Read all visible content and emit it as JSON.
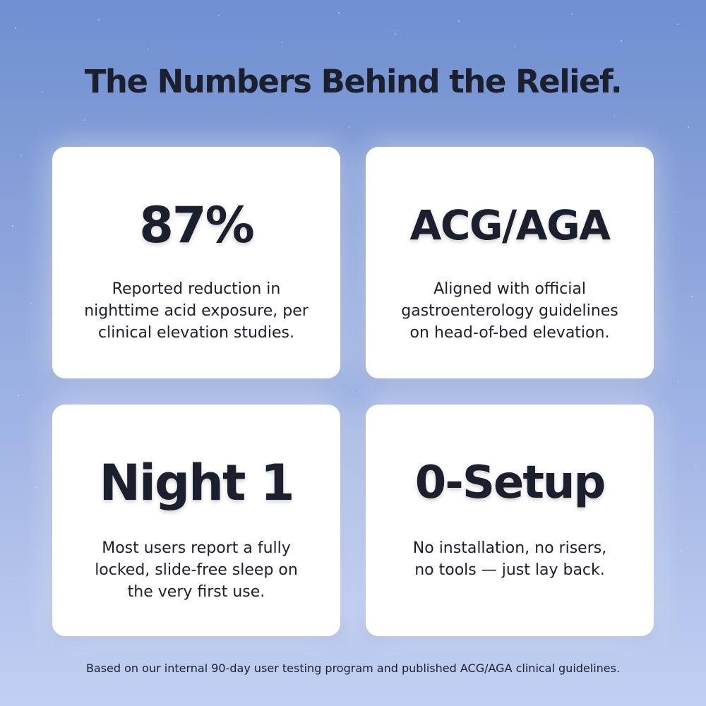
{
  "headline": "The Numbers Behind the Relief.",
  "cards": [
    {
      "stat": "87%",
      "description": "Reported reduction in\nnighttime acid exposure, per\nclinical elevation studies."
    },
    {
      "stat": "ACG/AGA",
      "description": "Aligned with official\ngastroenterology guidelines\non head-of-bed elevation."
    },
    {
      "stat": "Night 1",
      "description": "Most users report a fully\nlocked, slide-free sleep on\nthe very first use."
    },
    {
      "stat": "0-Setup",
      "description": "No installation, no risers,\nno tools — just lay back."
    }
  ],
  "footnote": "Based on our internal 90-day user testing program and published ACG/AGA clinical guidelines.",
  "colors": {
    "background_top": "#6f8fd0",
    "background_bottom": "#c2cff2",
    "card": "#ffffff",
    "text": "#1c1f2e"
  }
}
